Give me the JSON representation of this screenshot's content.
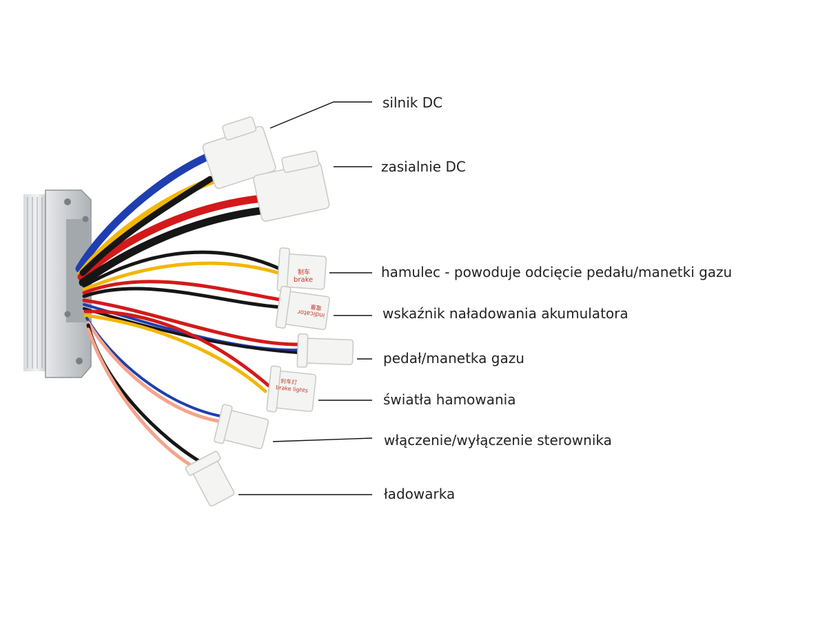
{
  "labels": [
    "silnik DC",
    "zasialnie DC",
    "hamulec - powoduje odcięcie pedału/manetki gazu",
    "wskaźnik naładowania akumulatora",
    "pedał/manetka gazu",
    "światła hamowania",
    "włączenie/wyłączenie sterownika",
    "ładowarka"
  ],
  "connector_tags": {
    "brake_cn": "制车",
    "brake": "brake",
    "indicator_cn": "電量",
    "indicator": "indicator",
    "lights_cn": "刹车灯",
    "lights": "brake lights"
  },
  "colors": {
    "blue": "#1f3fb0",
    "yellow": "#f2b705",
    "red": "#d4191a",
    "black": "#161616",
    "pink": "#f4a48c",
    "housing": "#c9ccd0",
    "connector": "#f4f4f2",
    "leader": "#111111"
  }
}
